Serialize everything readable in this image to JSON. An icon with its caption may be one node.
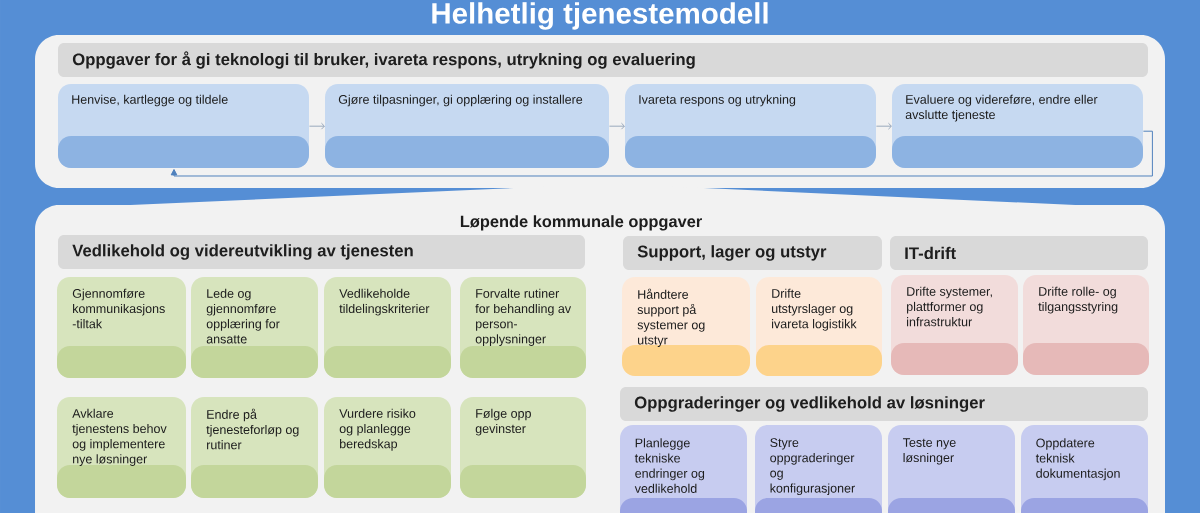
{
  "diagram": {
    "title": "Helhetlig tjenestemodell",
    "nodes": [
      {
        "text": [],
        "shape": "box"
      },
      {
        "text": [
          "Oppgaver for å gi teknologi til bruker, ivareta respons, utrykning og evaluering"
        ],
        "in": 0
      },
      {
        "text": [
          "Henvise, kartlegge og tildele"
        ],
        "in": 0
      },
      {
        "text": [
          "Gjøre tilpasninger, gi opplæring og installere"
        ],
        "in": 0
      },
      {
        "text": [
          "Ivareta respons og utrykning"
        ],
        "in": 0
      },
      {
        "text": [
          "Evaluere og videreføre, endre eller avslutte tjeneste"
        ],
        "in": 0
      },
      {
        "text": [
          "Løpende kommunale oppgaver"
        ]
      },
      {
        "text": [
          "Vedlikehold og videreutvikling av tjenesten"
        ],
        "in": 6
      },
      {
        "text": [
          "Gjennomføre kommunikasjons -tiltak"
        ],
        "in": 6
      },
      {
        "text": [
          "Lede og gjennomføre opplæring for ansatte"
        ],
        "in": 6
      },
      {
        "text": [
          "Vedlikeholde tildelingskriterier"
        ],
        "in": 6
      },
      {
        "text": [
          "Forvalte rutiner for behandling av person- opplysninger"
        ],
        "in": 6
      },
      {
        "text": [
          "Avklare tjenestens behov og implementere nye løsninger"
        ],
        "in": 6
      },
      {
        "text": [
          "Endre på tjenesteforløp og rutiner"
        ],
        "in": 6
      },
      {
        "text": [
          "Vurdere risiko og planlegge beredskap"
        ],
        "in": 6
      },
      {
        "text": [
          "Følge opp gevinster"
        ],
        "in": 6
      },
      {
        "text": [
          "Support, lager og utstyr"
        ],
        "in": 6
      },
      {
        "text": [
          "Håndtere support på systemer og utstyr"
        ],
        "in": 6
      },
      {
        "text": [
          "Drifte utstyrslager og ivareta logistikk"
        ],
        "in": 6
      },
      {
        "text": [
          "IT-drift"
        ],
        "in": 6
      },
      {
        "text": [
          "Drifte systemer, plattformer og infrastruktur"
        ],
        "in": 6
      },
      {
        "text": [
          "Drifte rolle- og tilgangsstyring"
        ],
        "in": 6
      },
      {
        "text": [
          "Oppgraderinger og vedlikehold av løsninger"
        ],
        "in": 6
      },
      {
        "text": [
          "Planlegge tekniske endringer og vedlikehold"
        ],
        "in": 6
      },
      {
        "text": [
          "Styre oppgraderinger og konfigurasjoner"
        ],
        "in": 6
      },
      {
        "text": [
          "Teste nye løsninger"
        ],
        "in": 6
      },
      {
        "text": [
          "Oppdatere teknisk dokumentasjon"
        ],
        "in": 6
      }
    ],
    "edges": [
      {
        "from": 2,
        "to": 3,
        "arrow": "to"
      },
      {
        "from": 3,
        "to": 4,
        "arrow": "to"
      },
      {
        "from": 4,
        "to": 5,
        "arrow": "to"
      },
      {
        "from": 5,
        "to": 2,
        "arrow": "to",
        "color": "#4f81bd"
      }
    ]
  }
}
